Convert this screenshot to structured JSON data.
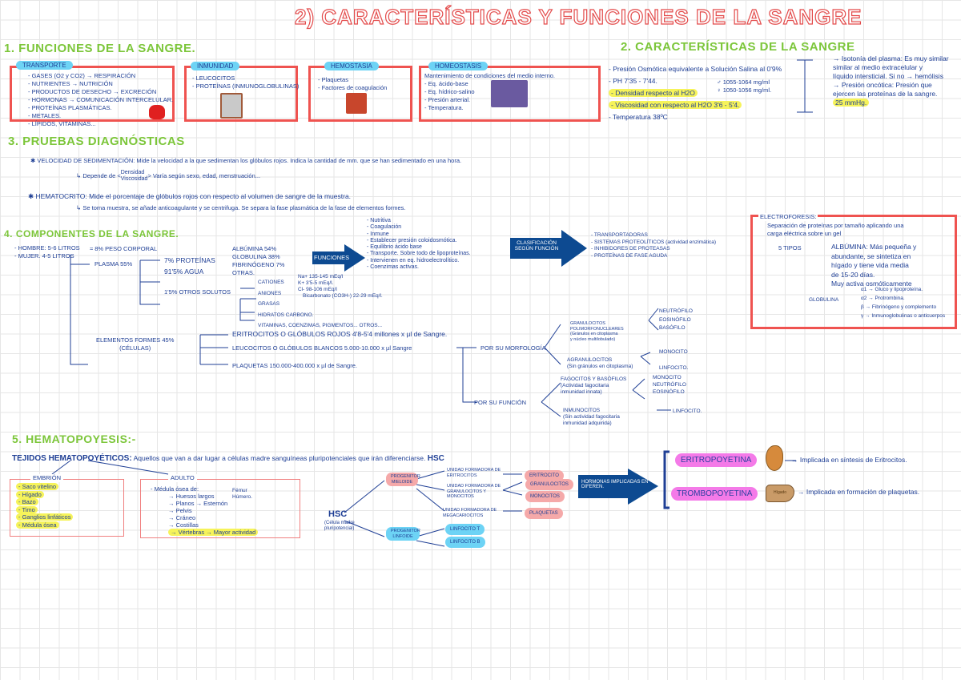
{
  "title": "2) CARACTERÍSTICAS Y FUNCIONES DE LA SANGRE",
  "colors": {
    "heading": "#7cc63a",
    "ink": "#1f3f95",
    "box": "#ef5350",
    "tag": "#6dd3f5",
    "highlight": "#f6f35a",
    "arrow": "#0d4a91",
    "pink": "#f5a9a9",
    "magenta": "#f47ae8"
  },
  "s1": {
    "heading": "1. FUNCIONES DE LA SANGRE.",
    "transporte": {
      "tag": "TRANSPORTE",
      "items": [
        "- GASES (O2 y CO2) → RESPIRACIÓN",
        "- NUTRIENTES → NUTRICIÓN",
        "- PRODUCTOS DE DESECHO → EXCRECIÓN",
        "- HORMONAS → COMUNICACIÓN INTERCELULAR.",
        "- PROTEÍNAS PLASMÁTICAS.",
        "- METALES.",
        "- LÍPIDOS, VITAMINAS..."
      ]
    },
    "inmunidad": {
      "tag": "INMUNIDAD",
      "items": [
        "- LEUCOCITOS",
        "- PROTEÍNAS (INMUNOGLOBULINAS)"
      ]
    },
    "hemostasia": {
      "tag": "HEMOSTASIA",
      "items": [
        "- Plaquetas",
        "- Factores de coagulación"
      ]
    },
    "homeostasis": {
      "tag": "HOMEOSTASIS",
      "items": [
        "Mantenimiento de condiciones del medio interno.",
        "- Eq. ácido-base",
        "- Eq. hídrico-salino",
        "- Presión arterial.",
        "- Temperatura."
      ]
    }
  },
  "s2": {
    "heading": "2. CARACTERÍSTICAS DE LA SANGRE",
    "items": [
      "- Presión Osmótica equivalente a Solución Salina al 0'9%",
      "- PH 7'35 - 7'44.",
      "- Densidad respecto al H2O",
      "- Viscosidad con respecto al H2O 3'6 - 5'4.",
      "- Temperatura 38ºC"
    ],
    "densidad": [
      "♂ 1055-1064 mg/ml",
      "♀ 1050-1056 mg/ml."
    ],
    "right": [
      "→ Isotonía del plasma: Es muy similar",
      "similar al medio extracelular y",
      "líquido intersticial. Si no → hemólisis",
      "→ Presión oncótica: Presión que",
      "ejercen las proteínas de la sangre.",
      "25 mmHg."
    ]
  },
  "s3": {
    "heading": "3. PRUEBAS DIAGNÓSTICAS",
    "vsg": "✱ VELOCIDAD DE SEDIMENTACIÓN: Mide la velocidad a la que sedimentan los glóbulos rojos. Indica la cantidad de mm. que se han sedimentado en una hora.",
    "vsg_dep": "↳ Depende de",
    "vsg_opts": [
      "Densidad",
      "Viscosidad"
    ],
    "vsg_var": "Varía según sexo, edad, menstruación...",
    "hto": "✱ HEMATOCRITO: Mide el porcentaje de glóbulos rojos con respecto al volumen de sangre de la muestra.",
    "hto_sub": "↳ Se toma muestra, se añade anticoagulante y se centrifuga. Se separa la fase plasmática de la fase de elementos formes."
  },
  "s4": {
    "heading": "4. COMPONENTES DE LA SANGRE.",
    "volumen": [
      "- HOMBRE: 5-6 LITROS",
      "- MUJER. 4-5 LITROS"
    ],
    "peso": "≈ 8% PESO CORPORAL",
    "plasma": "PLASMA 55%",
    "plasma_items": [
      "7% PROTEÍNAS",
      "91'5% AGUA",
      "1'5% OTROS SOLUTOS"
    ],
    "proteinas": [
      "ALBÚMINA 54%",
      "GLOBULINA 38%",
      "FIBRINÓGENO 7%",
      "OTRAS."
    ],
    "funciones_arrow": "FUNCIONES",
    "funciones": [
      "- Nutritiva",
      "- Coagulación",
      "- Inmune",
      "- Establecer presión coloidosmótica.",
      "- Equilibrio ácido base",
      "- Transporte. Sobre todo de lipoproteínas.",
      "- Intervienen en eq. hidroelectrolítico.",
      "- Coenzimas activas."
    ],
    "clasif_arrow": "CLASIFICACIÓN SEGÚN FUNCIÓN",
    "clasif": [
      "- TRANSPORTADORAS",
      "- SISTEMAS PROTEOLÍTICOS (actividad enzimática)",
      "- INHIBIDORES DE PROTEASAS",
      "- PROTEÍNAS DE FASE AGUDA"
    ],
    "solutos": [
      "CATIONES",
      "ANIONES",
      "GRASAS",
      "HIDRATOS CARBONO.",
      "VITAMINAS, COENZIMAS, PIGMENTOS... OTROS..."
    ],
    "cationes": [
      "Na+ 135-145 mEq/l",
      "K+ 3'5-5 mEq/l."
    ],
    "aniones": [
      "Cl- 98-106 mEq/l",
      "Bicarbonato (CO3H-) 22-29 mEq/l."
    ],
    "elementos": "ELEMENTOS FORMES 45%",
    "elementos_sub": "(CÉLULAS)",
    "celulas": [
      "ERITROCITOS O GLÓBULOS ROJOS 4'8-5'4 millones x µl de Sangre.",
      "LEUCOCITOS O GLÓBULOS BLANCOS 5.000-10.000 x µl Sangre",
      "PLAQUETAS 150.000-400.000 x µl de Sangre."
    ],
    "morfologia": "POR SU MORFOLOGÍA",
    "funcion": "POR SU FUNCIÓN",
    "granulocitos": [
      "GRANULOCITOS",
      "POLIMORFONUCLEARES",
      "(Gránulos en citoplasma",
      "y núcleo multilobulado)"
    ],
    "granulocitos_list": [
      "NEUTRÓFILO",
      "EOSINÓFILO",
      "BASÓFILO"
    ],
    "agranulocitos": [
      "AGRANULOCITOS",
      "(Sin gránulos en citoplasma)"
    ],
    "agranulocitos_list": [
      "MONOCITO",
      "LINFOCITO."
    ],
    "fagocitos": [
      "FAGOCITOS Y BASÓFILOS",
      "(Actividad fagocitaria",
      "inmunidad innata)"
    ],
    "fagocitos_list": [
      "MONOCITO",
      "NEUTRÓFILO",
      "EOSINÓFILO"
    ],
    "inmunocitos": [
      "INMUNOCITOS",
      "(Sin actividad fagocitaria",
      "inmunidad adquirida)"
    ],
    "inmunocitos_list": "LINFOCITO.",
    "electro": {
      "tag": "ELECTROFORESIS:",
      "desc": [
        "Separación de proteínas por tamaño aplicando una",
        "carga eléctrica sobre un gel"
      ],
      "tipos": "5 TIPOS",
      "albumina": [
        "ALBÚMINA: Más pequeña y",
        "abundante, se sintetiza en",
        "hígado y tiene vida media",
        "de 15-20 días.",
        "Muy activa osmóticamente"
      ],
      "globulina": "GLOBULINA",
      "glob_types": [
        "α1 → Gluco y lipoproteína.",
        "α2 → Protrombina.",
        "β → Fibrinógeno y complemento",
        "γ → Inmunoglobulinas o anticuerpos"
      ]
    }
  },
  "s5": {
    "heading": "5. HEMATOPOYESIS:-",
    "tejidos_label": "TEJIDOS HEMATOPOYÉTICOS:",
    "tejidos_desc": "Aquellos que van a dar lugar a células madre sanguíneas pluripotenciales que irán diferenciarse.",
    "hsc": "HSC",
    "embrion": {
      "tag": "EMBRIÓN",
      "items": [
        "- Saco vitelino",
        "- Hígado",
        "- Bazo",
        "- Timo",
        "- Ganglios linfáticos",
        "- Médula ósea"
      ]
    },
    "adulto": {
      "tag": "ADULTO",
      "items": [
        "- Médula ósea de:",
        "→ Huesos largos",
        "→ Planos → Esternón",
        "→ Pelvis",
        "→ Cráneo",
        "→ Costillas",
        "→ Vértebras → Mayor actividad"
      ],
      "largos": [
        "Fémur",
        "Húmero."
      ]
    },
    "hsc_node": "HSC",
    "hsc_sub": [
      "(Célula madre",
      "pluripotencial)"
    ],
    "mieloide": "PROGENITOR MIELOIDE",
    "linfoide": "PROGENITOR LINFOIDE",
    "unidades": [
      "UNIDAD FORMADORA DE ERITROCITOS",
      "UNIDAD FORMADORA DE GRANULOCITOS Y MONOCITOS",
      "UNIDAD FORMADORA DE MEGACARIOCITOS"
    ],
    "productos": [
      "ERITROCITO",
      "GRANULOCITOS",
      "MONOCITOS",
      "PLAQUETAS"
    ],
    "linfocitos": [
      "LINFOCITO T",
      "LINFOCITO B"
    ],
    "hormonas_arrow": "HORMONAS IMPLICADAS EN DIFEREN.",
    "eritro": "ERITROPOYETINA",
    "trombo": "TROMBOPOYETINA",
    "higado": "Hígado",
    "eritro_desc": "→ Implicada en síntesis de Eritrocitos.",
    "trombo_desc": "→ Implicada en formación de plaquetas."
  }
}
